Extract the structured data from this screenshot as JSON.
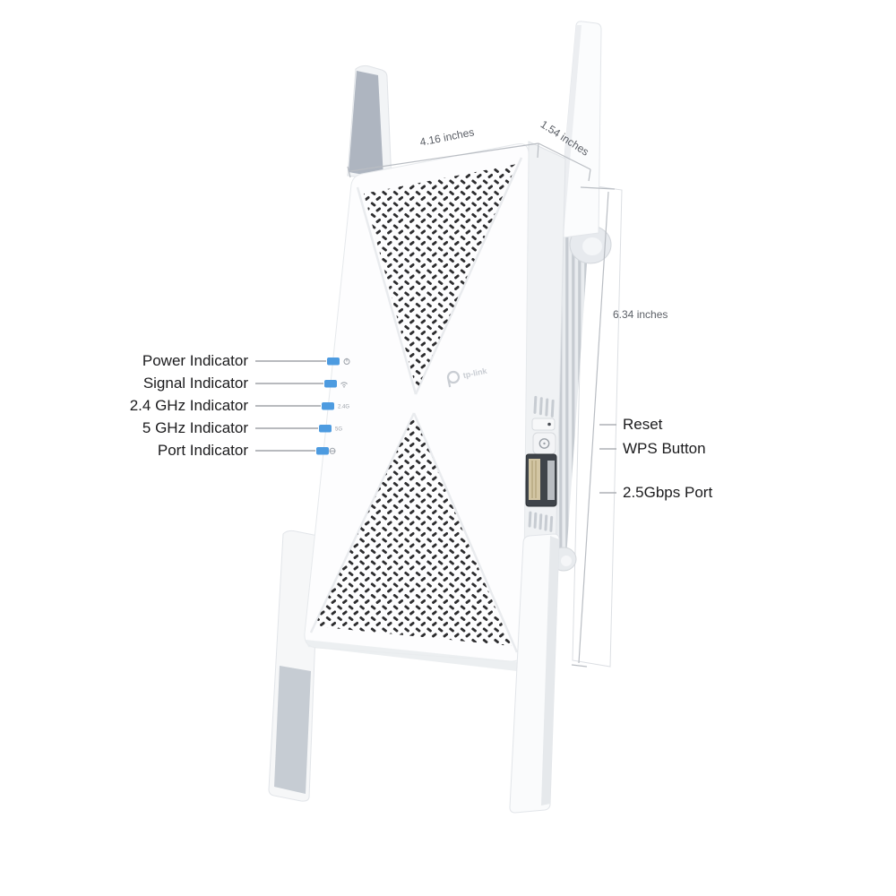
{
  "dimensions": {
    "width": "4.16 inches",
    "depth": "1.54 inches",
    "height": "6.34 inches"
  },
  "callouts": {
    "left": [
      {
        "label": "Power Indicator"
      },
      {
        "label": "Signal Indicator"
      },
      {
        "label": "2.4 GHz Indicator"
      },
      {
        "label": "5 GHz Indicator"
      },
      {
        "label": "Port Indicator"
      }
    ],
    "right": [
      {
        "label": "Reset"
      },
      {
        "label": "WPS Button"
      },
      {
        "label": "2.5Gbps Port"
      }
    ]
  },
  "device": {
    "logo_text": "tp-link",
    "led_markings": {
      "band_2_4": "2.4G",
      "band_5": "5G"
    },
    "led_icons": [
      "power-symbol",
      "wifi-signal",
      "2.4G-text",
      "5G-text",
      "port-symbol"
    ],
    "colors": {
      "led_blue": "#4d9be0",
      "body_white": "#fdfdfe",
      "antenna_gray": "#aeb5c0",
      "perforation_dark": "#2d2d2f",
      "label_text": "#1b1b1d",
      "dimension_text": "#5b5f66",
      "leader_line": "#aeb1b5"
    }
  }
}
